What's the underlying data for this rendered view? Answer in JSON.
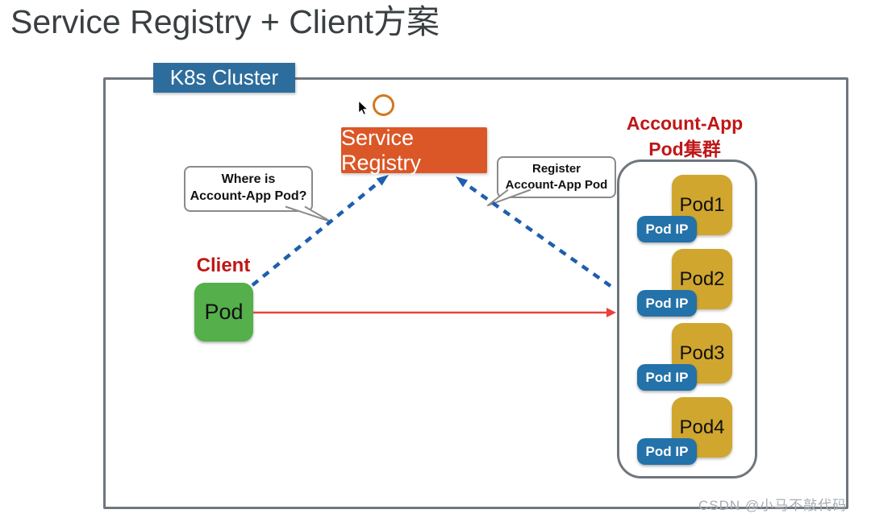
{
  "title": "Service Registry + Client方案",
  "k8s_cluster": {
    "label": "K8s Cluster"
  },
  "service_registry": {
    "label": "Service Registry"
  },
  "bubbles": {
    "where_is": {
      "line1": "Where is",
      "line2": "Account-App Pod?"
    },
    "register": {
      "line1": "Register",
      "line2": "Account-App Pod"
    }
  },
  "client": {
    "label": "Client",
    "pod_label": "Pod"
  },
  "pod_cluster": {
    "title_line1": "Account-App",
    "title_line2": "Pod集群",
    "pods": [
      {
        "name": "Pod1",
        "ip_label": "Pod IP"
      },
      {
        "name": "Pod2",
        "ip_label": "Pod IP"
      },
      {
        "name": "Pod3",
        "ip_label": "Pod IP"
      },
      {
        "name": "Pod4",
        "ip_label": "Pod IP"
      }
    ]
  },
  "watermark": "CSDN @小马不敲代码",
  "colors": {
    "title_text": "#3A3F42",
    "k8s_label_bg": "#2D6D9D",
    "service_registry_bg": "#DB5727",
    "client_pod_bg": "#55AF4B",
    "pod_bg": "#D0A62F",
    "pod_ip_bg": "#2372A9",
    "red_label": "#C01616",
    "register_arrow": "#1E5FAE",
    "invoke_arrow": "#E8423C",
    "border_gray": "#6F767D",
    "watermark_text": "#A7ADB3"
  }
}
